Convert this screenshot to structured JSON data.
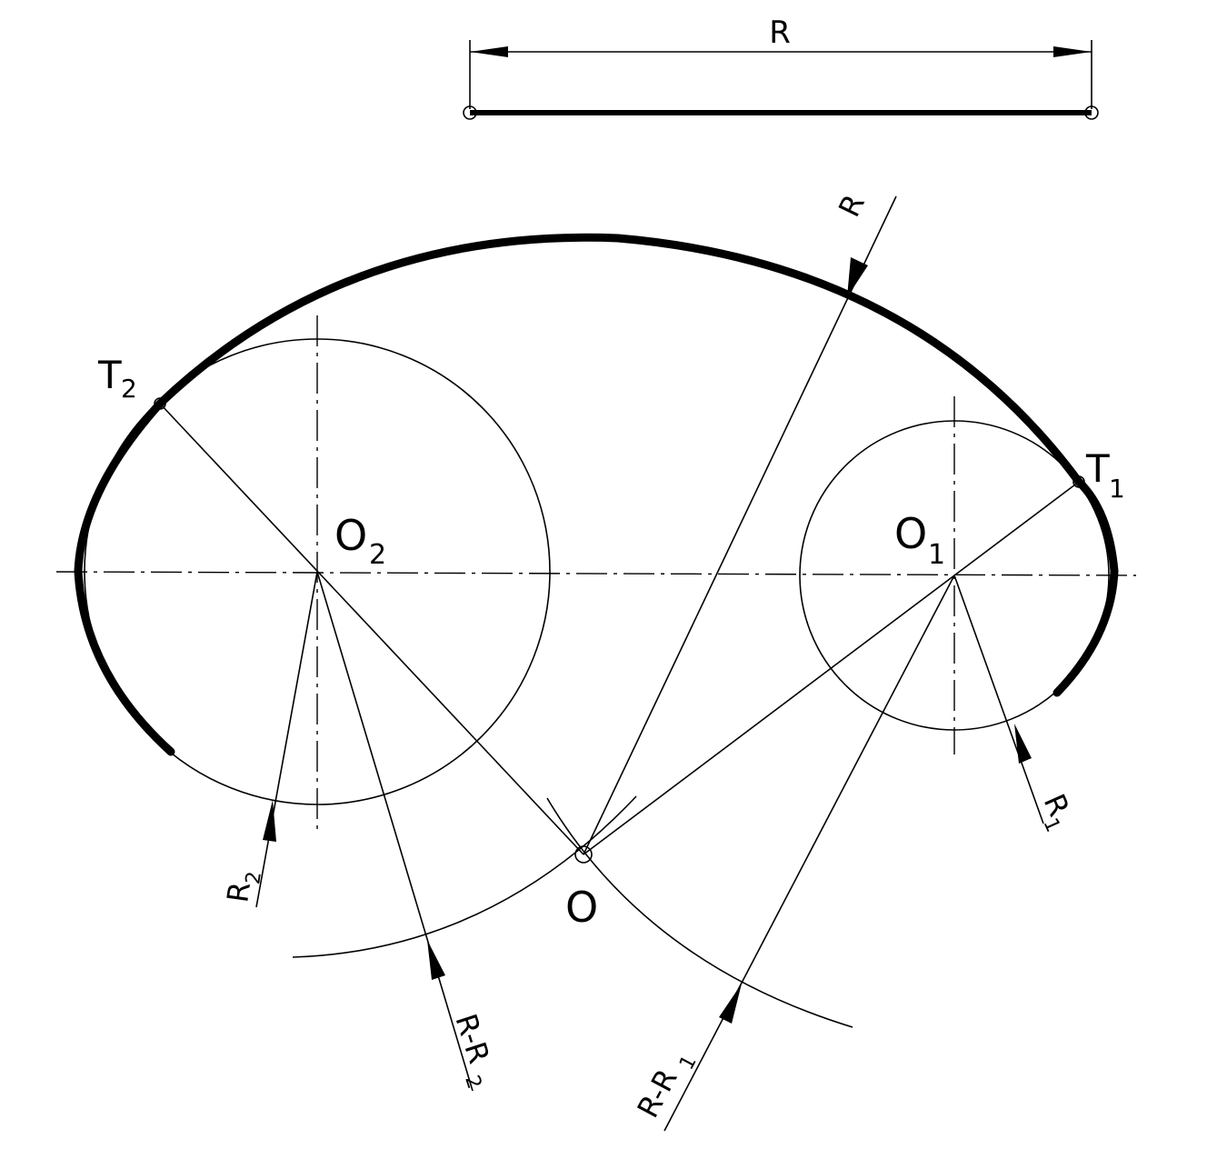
{
  "labels": {
    "top_dimension": "R",
    "radius_arc": "R",
    "center_1": "O",
    "center_1_sub": "1",
    "center_2": "O",
    "center_2_sub": "2",
    "tangent_1": "T",
    "tangent_1_sub": "1",
    "tangent_2": "T",
    "tangent_2_sub": "2",
    "radius_1": "R",
    "radius_1_sub": "1",
    "radius_2": "R",
    "radius_2_sub": "2",
    "center_o": "O",
    "r_minus_r1": "R-R",
    "r_minus_r1_sub": "1",
    "r_minus_r2": "R-R",
    "r_minus_r2_sub": "2"
  },
  "colors": {
    "ink": "#000000",
    "paper": "#ffffff"
  }
}
